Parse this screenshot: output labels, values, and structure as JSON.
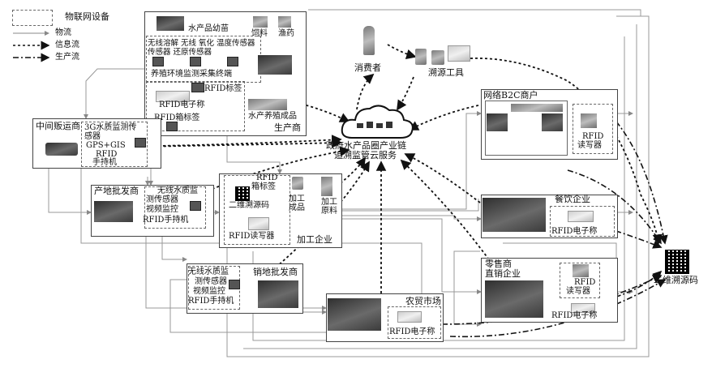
{
  "legend": {
    "iot_device": "物联网设备",
    "logistics": "物流",
    "information": "信息流",
    "production": "生产流"
  },
  "cloud": {
    "line1": "政府水产品圈产业链",
    "line2": "追溯监管云服务"
  },
  "consumer": {
    "label": "消费者"
  },
  "trace_tool": {
    "label": "溯源工具"
  },
  "producer": {
    "title": "生产商",
    "fry": "水产品幼苗",
    "feed": "饲料",
    "medicine": "渔药",
    "sensors": "无线溶解 无线 氧化 温度传感器 传感器 还原传感器",
    "terminal": "养殖环境监测采集终端",
    "rfid_tag": "RFID标签",
    "rfid_chip": "RFID电子称",
    "rfid_box": "RFID箱标签",
    "finished": "水产养殖成品"
  },
  "middleman": {
    "title": "中间贩运商",
    "device": "3G水质监测传感器",
    "gps": "GPS+GIS",
    "rfid": "RFID",
    "handset": "手持机"
  },
  "origin_wholesale": {
    "title": "产地批发商",
    "sensor1": "无线水质监",
    "sensor2": "测传感器",
    "video": "视频监控",
    "handset": "RFID手持机"
  },
  "processing": {
    "title": "加工企业",
    "box_tag1": "RFID",
    "box_tag2": "箱标签",
    "qr": "二维溯源码",
    "processed1": "加工",
    "processed2": "成品",
    "raw1": "加工",
    "raw2": "原料",
    "reader": "RFID读写器"
  },
  "sales_wholesale": {
    "title": "销地批发商",
    "sensor1": "无线水质监",
    "sensor2": "测传感器",
    "video": "视频监控",
    "handset": "RFID手持机"
  },
  "market": {
    "title": "农贸市场",
    "rfid": "RFID电子称"
  },
  "b2c": {
    "title": "网络B2C商户",
    "reader1": "RFID",
    "reader2": "读写器"
  },
  "catering": {
    "title": "餐饮企业",
    "rfid": "RFID电子称"
  },
  "retail": {
    "title1": "零售商",
    "title2": "直销企业",
    "reader1": "RFID",
    "reader2": "读写器",
    "rfid": "RFID电子称"
  },
  "qr_code": {
    "label": "二维溯源码"
  }
}
